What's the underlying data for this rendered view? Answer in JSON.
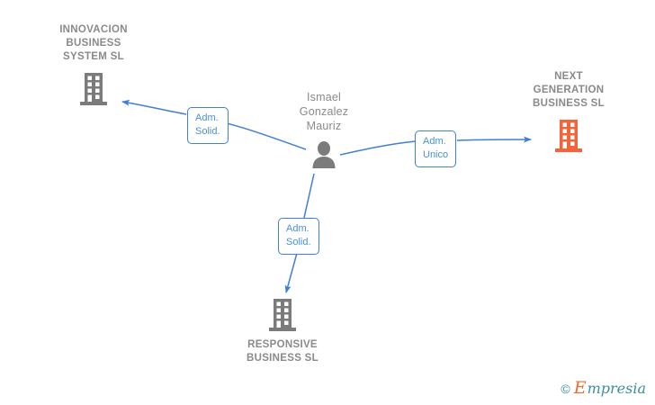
{
  "diagram": {
    "type": "corporate-relationship-graph",
    "background": "#ffffff",
    "colors": {
      "edge": "#3f7fd4",
      "edge_label_text": "#4a90d9",
      "node_text": "#8a8a8a",
      "company_gray": "#7b7b7b",
      "company_orange": "#f4633a",
      "person_gray": "#7b7b7b",
      "watermark_teal": "#3f8e9b",
      "watermark_orange": "#ef6c2a"
    },
    "nodes": [
      {
        "id": "innovacion",
        "kind": "company",
        "icon": "building-icon",
        "color": "#7b7b7b",
        "label_lines": [
          "INNOVACION",
          "BUSINESS",
          "SYSTEM  SL"
        ],
        "label_position": "above"
      },
      {
        "id": "next-generation",
        "kind": "company",
        "icon": "building-icon",
        "color": "#f4633a",
        "label_lines": [
          "NEXT",
          "GENERATION",
          "BUSINESS  SL"
        ],
        "label_position": "above"
      },
      {
        "id": "person",
        "kind": "person",
        "icon": "person-icon",
        "color": "#7b7b7b",
        "label_lines": [
          "Ismael",
          "Gonzalez",
          "Mauriz"
        ],
        "label_position": "above"
      },
      {
        "id": "responsive",
        "kind": "company",
        "icon": "building-icon",
        "color": "#7b7b7b",
        "label_lines": [
          "RESPONSIVE",
          "BUSINESS  SL"
        ],
        "label_position": "below"
      }
    ],
    "edges": [
      {
        "id": "edge-person-to-innovacion",
        "from": "person",
        "to": "innovacion",
        "direction": "to-company",
        "label_lines": [
          "Adm.",
          "Solid."
        ]
      },
      {
        "id": "edge-person-to-next",
        "from": "person",
        "to": "next-generation",
        "direction": "to-company",
        "label_lines": [
          "Adm.",
          "Unico"
        ]
      },
      {
        "id": "edge-person-to-responsive",
        "from": "person",
        "to": "responsive",
        "direction": "to-company",
        "label_lines": [
          "Adm.",
          "Solid."
        ]
      }
    ]
  },
  "watermark": {
    "copyright": "©",
    "brand_initial": "E",
    "brand_rest": "mpresia"
  }
}
